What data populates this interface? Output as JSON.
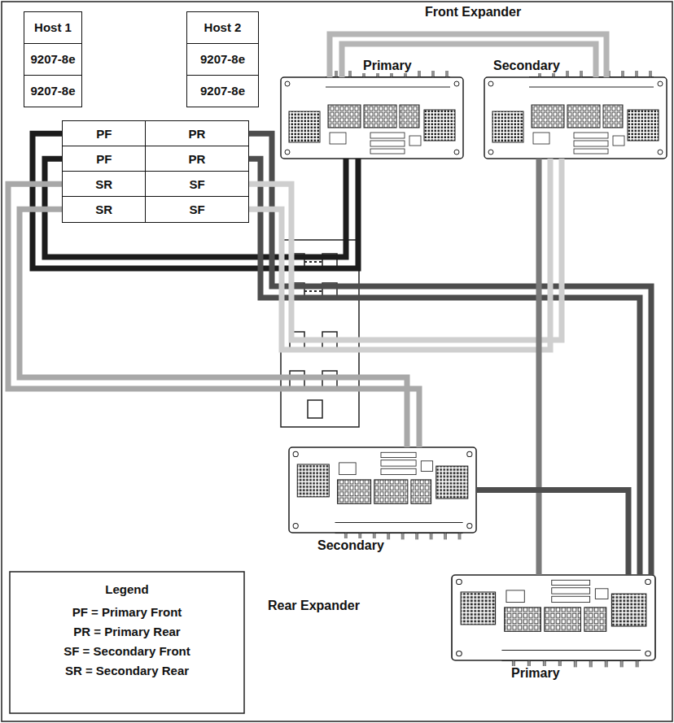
{
  "diagram": {
    "nodes": [
      {
        "text": [
          "Host 1",
          "9207-8e",
          "9207-8e"
        ]
      },
      {
        "text": [
          "Host 2",
          "9207-8e",
          "9207-8e"
        ]
      },
      {
        "text": [
          "Primary"
        ]
      },
      {
        "text": [
          "Secondary"
        ]
      },
      {
        "text": [
          "PF"
        ]
      },
      {
        "text": [
          "PR"
        ]
      },
      {
        "text": [
          "PF"
        ]
      },
      {
        "text": [
          "PR"
        ]
      },
      {
        "text": [
          "SR"
        ]
      },
      {
        "text": [
          "SF"
        ]
      },
      {
        "text": [
          "SR"
        ]
      },
      {
        "text": [
          "SF"
        ]
      },
      {
        "text": [
          "Secondary"
        ]
      },
      {
        "text": [
          "Primary"
        ]
      }
    ],
    "edges": [
      {
        "from": 4,
        "to": 2,
        "arrow": "none"
      },
      {
        "from": 6,
        "to": 2,
        "arrow": "none"
      },
      {
        "from": 5,
        "to": 13,
        "arrow": "none"
      },
      {
        "from": 7,
        "to": 13,
        "arrow": "none"
      },
      {
        "from": 9,
        "to": 3,
        "arrow": "none"
      },
      {
        "from": 11,
        "to": 3,
        "arrow": "none"
      },
      {
        "from": 8,
        "to": 12,
        "arrow": "none"
      },
      {
        "from": 10,
        "to": 12,
        "arrow": "none"
      },
      {
        "from": 2,
        "to": 3,
        "arrow": "none"
      },
      {
        "from": 2,
        "to": 3,
        "arrow": "none"
      },
      {
        "from": 3,
        "to": 13,
        "arrow": "none"
      },
      {
        "from": 12,
        "to": 13,
        "arrow": "none"
      }
    ],
    "labels": [
      "Front Expander",
      "Rear Expander",
      "Legend"
    ],
    "legend": [
      {
        "text": "PF = Primary Front"
      },
      {
        "text": "PR = Primary Rear"
      },
      {
        "text": "SF = Secondary Front"
      },
      {
        "text": "SR = Secondary Rear"
      }
    ]
  }
}
